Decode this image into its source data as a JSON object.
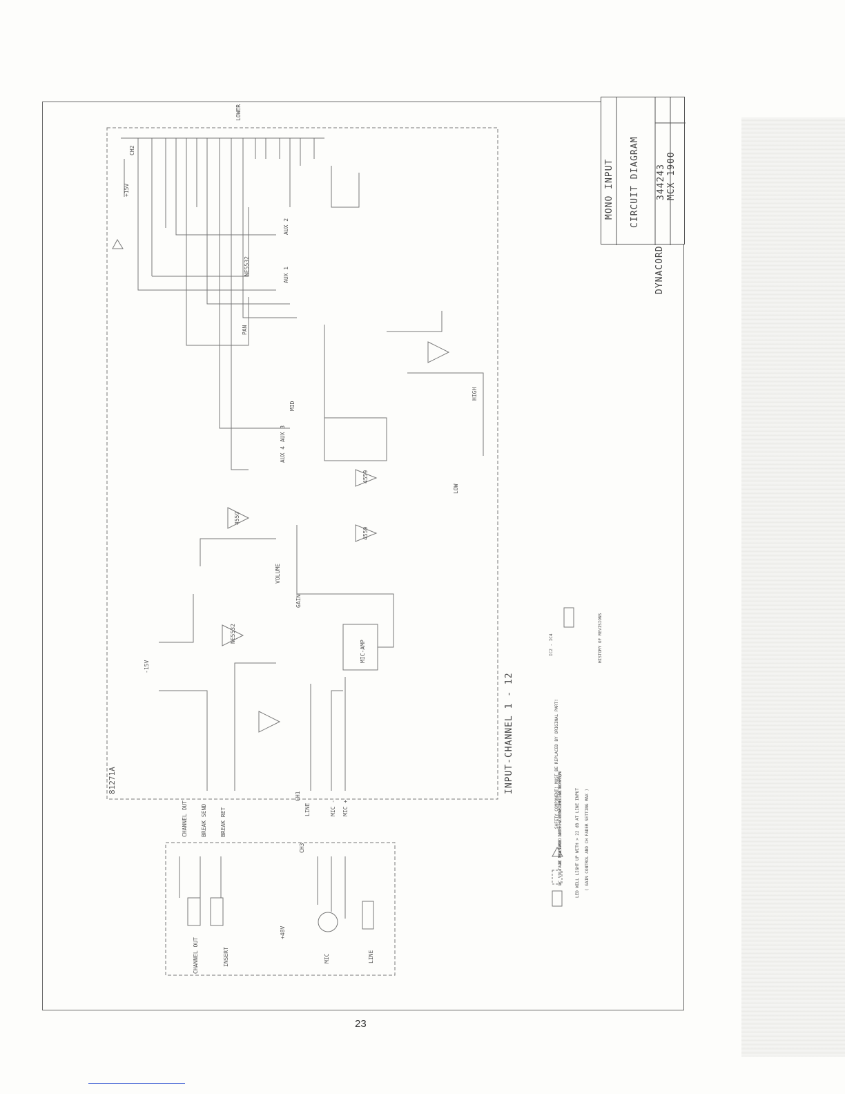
{
  "title_block": {
    "title_line1": "MONO INPUT",
    "title_line2": "CIRCUIT DIAGRAM",
    "part_number": "344243",
    "model": "MCX 1900",
    "brand": "DYNACORD"
  },
  "diagram": {
    "board_id": "81271A",
    "section_title": "INPUT-CHANNEL  1  -  12",
    "sub_label": "LOWER",
    "ics": [
      "4559",
      "4559",
      "4559",
      "NE5532",
      "NE5532",
      "MIC-AMP"
    ],
    "connectors": {
      "bus": "CH2",
      "main_input": "CH1",
      "jack_panel": "CH3"
    },
    "inputs": [
      "LINE",
      "MIC -",
      "MIC +"
    ],
    "channel_ports": [
      "CHANNEL OUT",
      "BREAK SEND",
      "BREAK RET"
    ],
    "controls": [
      "VOLUME",
      "GAIN",
      "PAN",
      "HIGH",
      "MID",
      "LOW",
      "AUX 1",
      "AUX 2",
      "AUX 3",
      "AUX 4"
    ],
    "jacks": [
      "CHANNEL OUT",
      "INSERT",
      "MIC",
      "LINE"
    ],
    "voltages": [
      "+15V",
      "-15V",
      "+48V"
    ],
    "notes": [
      "SAFETY COMPONENT! MUST BE REPLACED BY ORIGINAL PART!",
      "AC VOLTAGE 1000 Hz MEASURED WITH VTVM",
      "DC VOLTAGE MEASURED WITH VOLTMETER 100 KOHMS/V",
      "LED WILL LIGHT UP WITH > 22 dB AT LINE INPUT",
      "( GAIN CONTROL AND CH FADER SETTING MAX )"
    ],
    "history": "HISTORY OF REVISIONS",
    "ic_note": "IC2 - IC4"
  },
  "page": {
    "number": "23"
  }
}
